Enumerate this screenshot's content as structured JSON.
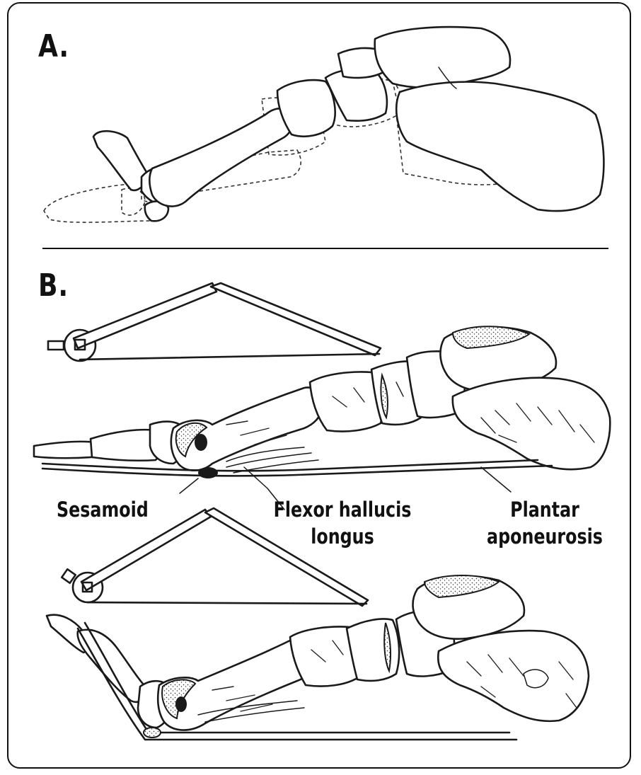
{
  "panels": {
    "a": {
      "letter": "A."
    },
    "b": {
      "letter": "B."
    }
  },
  "labels": {
    "sesamoid": "Sesamoid",
    "flexor_line1": "Flexor hallucis",
    "flexor_line2": "longus",
    "plantar_line1": "Plantar",
    "plantar_line2": "aponeurosis"
  },
  "colors": {
    "ink": "#111111",
    "background": "#ffffff"
  }
}
